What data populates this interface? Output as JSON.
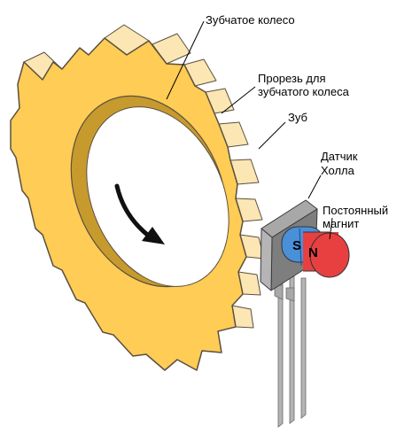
{
  "labels": {
    "gear_wheel": "Зубчатое колесо",
    "slot_line1": "Прорезь для",
    "slot_line2": "зубчатого колеса",
    "tooth": "Зуб",
    "hall_line1": "Датчик",
    "hall_line2": "Холла",
    "magnet_line1": "Постоянный",
    "magnet_line2": "магнит"
  },
  "magnet": {
    "south_pole": "S",
    "north_pole": "N"
  },
  "colors": {
    "gear_face": "#FFCC55",
    "gear_side": "#FBE6B4",
    "gear_inner": "#C79A2E",
    "outline": "#5a5040",
    "sensor_body": "#8C8C8C",
    "sensor_pins": "#B4B4B4",
    "south": "#4A90D9",
    "north": "#E84040"
  },
  "icons": {
    "rotation": "curved-arrow-icon"
  }
}
